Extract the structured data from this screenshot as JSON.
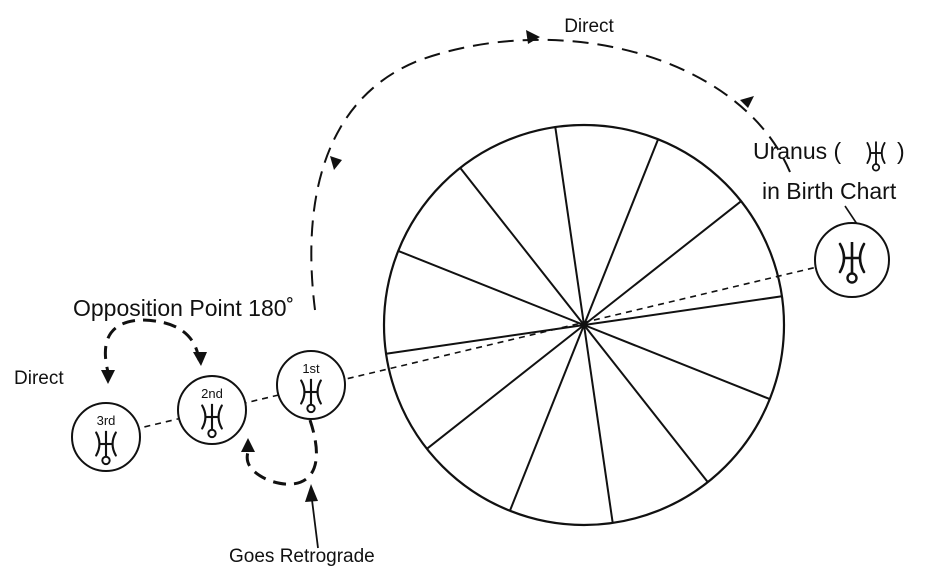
{
  "labels": {
    "direct_top": "Direct",
    "uranus_line1": "Uranus (",
    "uranus_line1_end": ")",
    "uranus_line2": "in Birth Chart",
    "opposition": "Opposition Point 180˚",
    "direct_left": "Direct",
    "goes_retrograde": "Goes Retrograde",
    "pos_1st": "1st",
    "pos_2nd": "2nd",
    "pos_3rd": "3rd"
  },
  "chart": {
    "house_divisions": 12
  },
  "colors": {
    "ink": "#111111",
    "background": "#ffffff"
  },
  "icons": {
    "planet_glyph": "uranus-glyph-icon"
  }
}
